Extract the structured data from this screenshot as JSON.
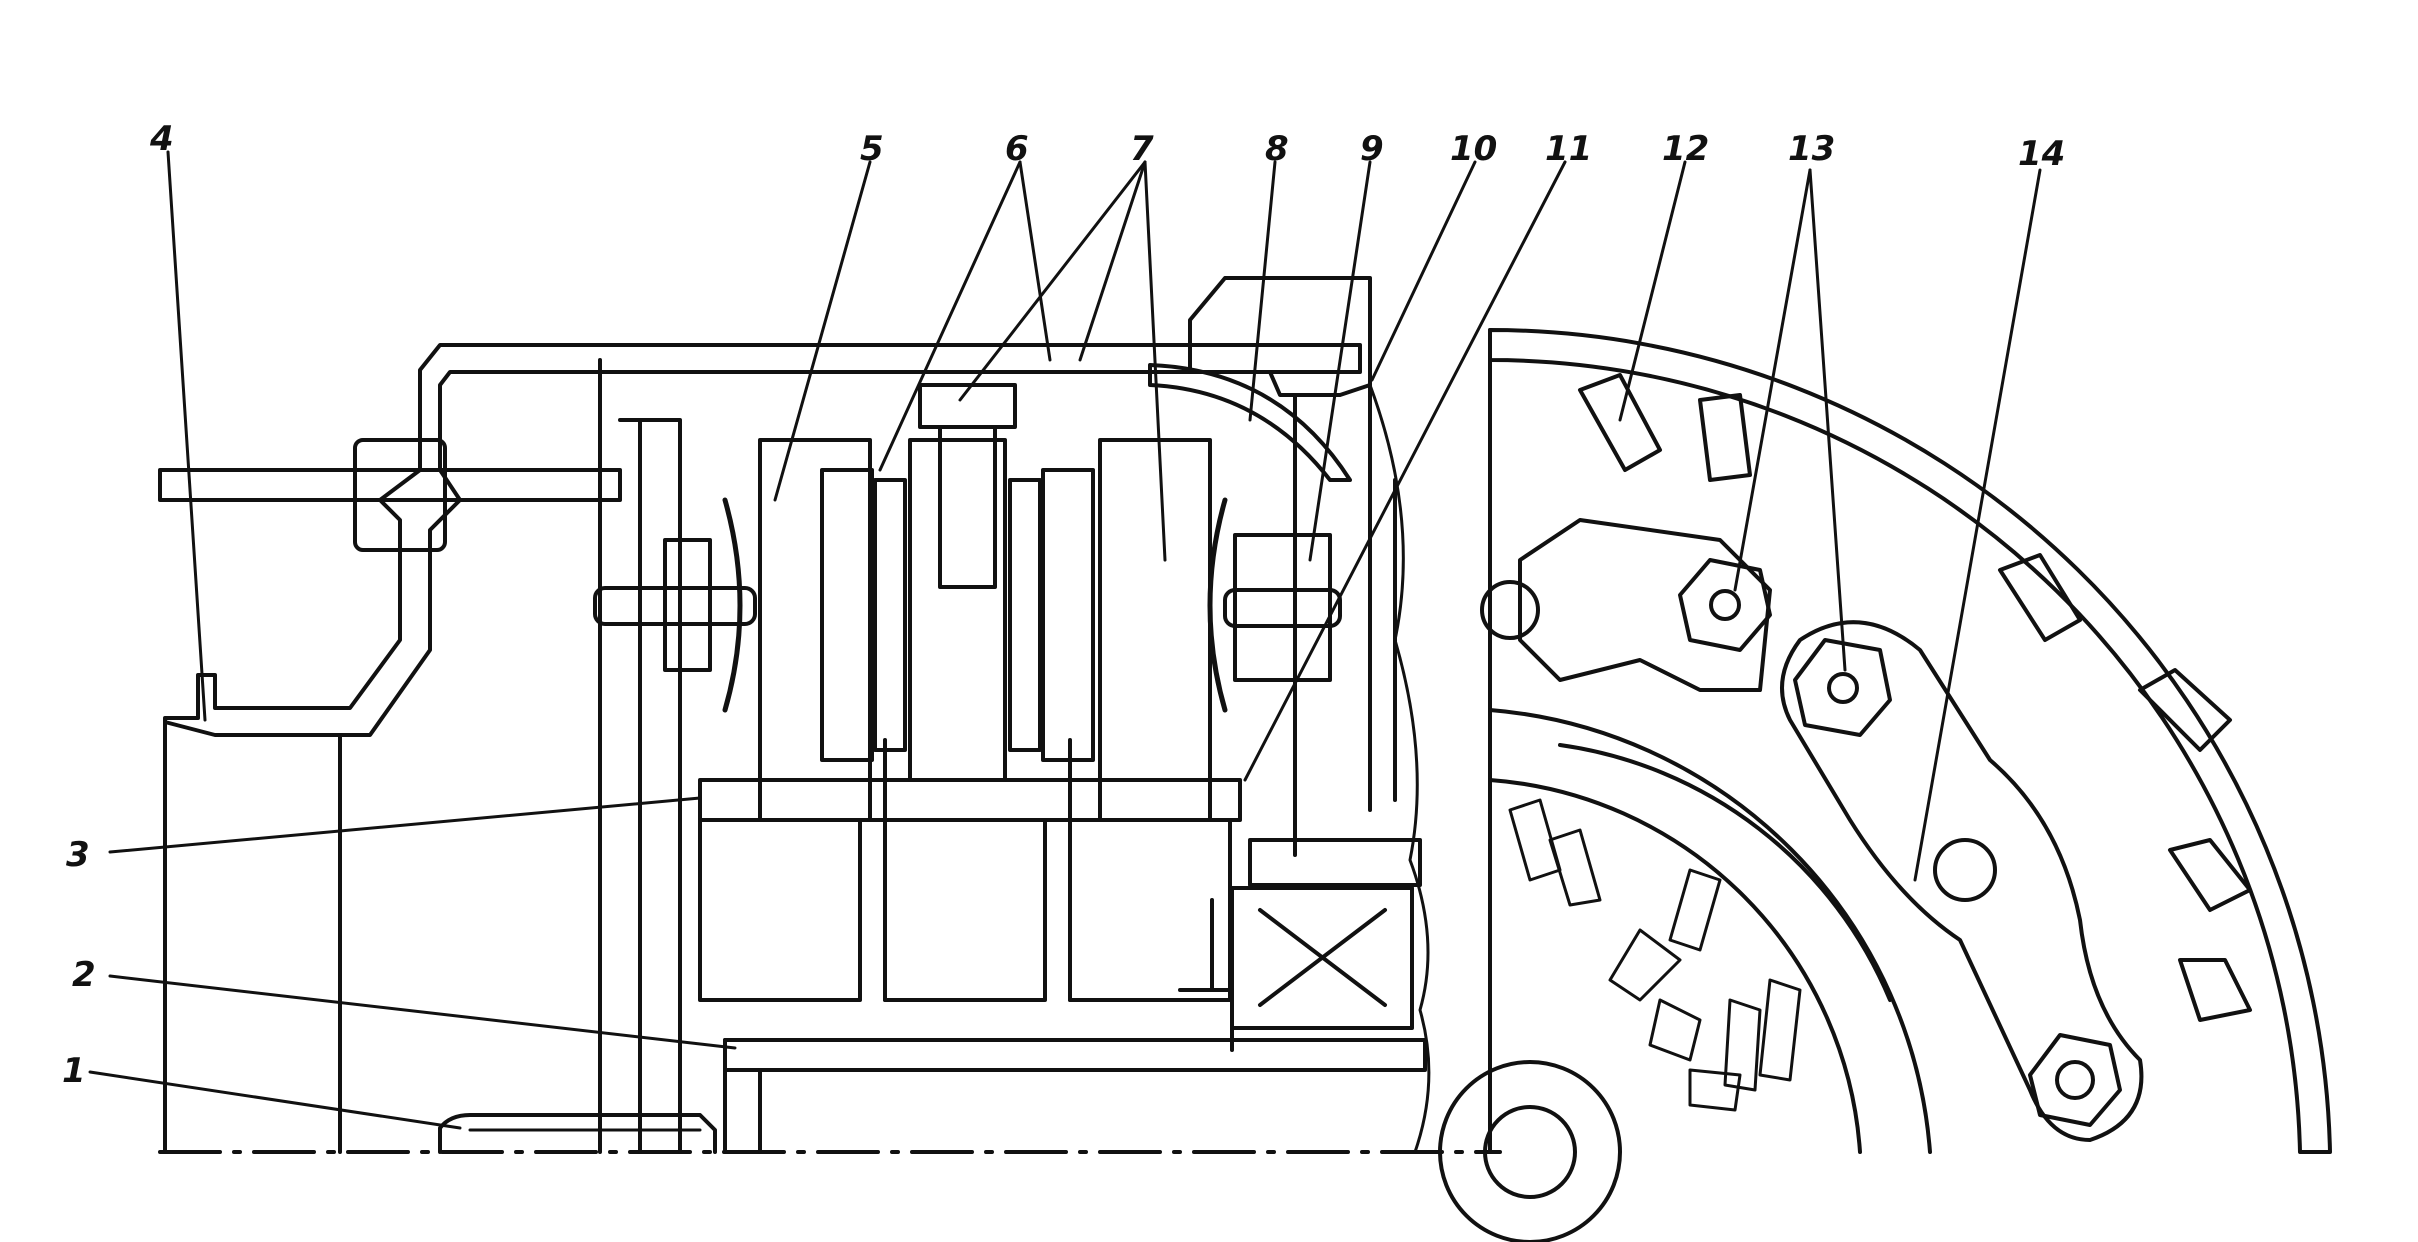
{
  "figure": {
    "callouts": [
      {
        "id": "1",
        "text": "1"
      },
      {
        "id": "2",
        "text": "2"
      },
      {
        "id": "3",
        "text": "3"
      },
      {
        "id": "4",
        "text": "4"
      },
      {
        "id": "5",
        "text": "5"
      },
      {
        "id": "6",
        "text": "6"
      },
      {
        "id": "7",
        "text": "7"
      },
      {
        "id": "8",
        "text": "8"
      },
      {
        "id": "9",
        "text": "9"
      },
      {
        "id": "10",
        "text": "10"
      },
      {
        "id": "11",
        "text": "11"
      },
      {
        "id": "12",
        "text": "12"
      },
      {
        "id": "13",
        "text": "13"
      },
      {
        "id": "14",
        "text": "14"
      }
    ]
  }
}
